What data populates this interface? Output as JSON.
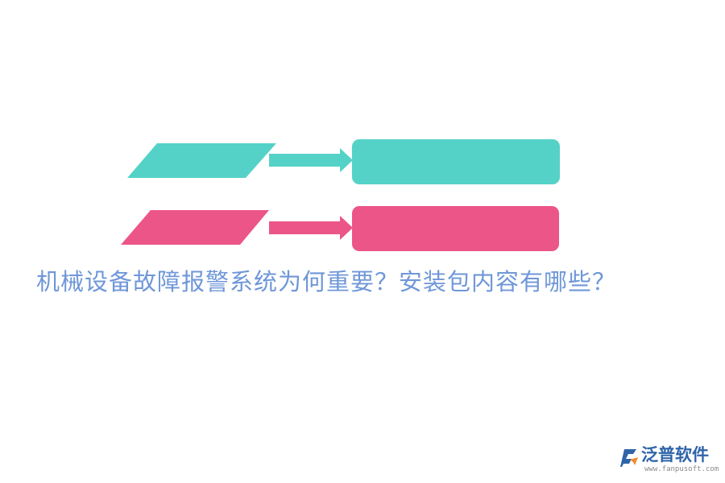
{
  "headline": "机械设备故障报警系统为何重要？安装包内容有哪些？",
  "logo": {
    "name": "泛普软件",
    "url": "www.fanpusoft.com"
  },
  "colors": {
    "teal": "#55d2c8",
    "pink": "#ec5587",
    "headline": "#6f97d8",
    "logo_text": "#2f64a8",
    "logo_orange": "#ef8a2a",
    "logo_url": "#8a8a8a"
  },
  "diagram": {
    "rows": [
      {
        "color_key": "teal"
      },
      {
        "color_key": "pink"
      }
    ]
  }
}
